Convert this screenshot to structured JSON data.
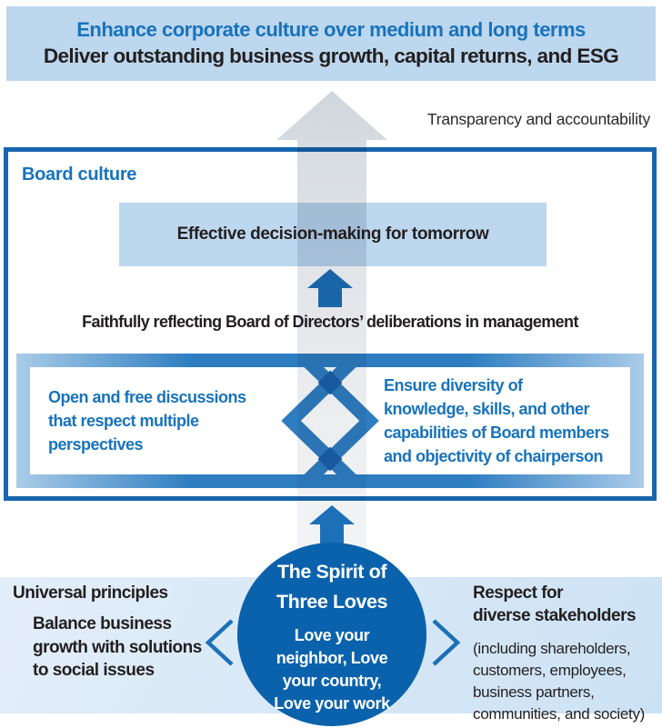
{
  "banner": {
    "line1": "Enhance corporate culture over medium and long terms",
    "line2": "Deliver outstanding business growth, capital returns, and ESG"
  },
  "transparency_label": "Transparency and accountability",
  "board": {
    "title": "Board culture",
    "effective_box": "Effective decision-making for tomorrow",
    "faithfully_text": "Faithfully reflecting Board of Directors’ deliberations in management",
    "left_box_lines": [
      "Open and free discussions",
      "that respect multiple",
      "perspectives"
    ],
    "right_box_lines": [
      "Ensure diversity of",
      "knowledge, skills, and other",
      "capabilities of Board members",
      "and objectivity of chairperson"
    ]
  },
  "bottom": {
    "circle_title_lines": [
      "The Spirit of",
      "Three Loves"
    ],
    "circle_body_lines": [
      "Love your",
      "neighbor, Love",
      "your country,",
      "Love your work"
    ],
    "left_heading": "Universal principles",
    "left_body_lines": [
      "Balance business",
      "growth with solutions",
      "to social issues"
    ],
    "right_heading_lines": [
      "Respect for",
      "diverse stakeholders"
    ],
    "right_body_lines": [
      "(including shareholders,",
      "customers, employees,",
      "business partners,",
      "communities, and society)"
    ]
  },
  "icons": {
    "big_up_arrow_icon": "gray gradient up arrow ⬆",
    "up_arrow_icon": "solid blue up arrow ⬆",
    "crossing_ribbon_icon": "blue crossing bands forming diamond ♦",
    "left_chevron_icon": "‹",
    "right_chevron_icon": "›"
  },
  "colors": {
    "banner_bg": "#BDD7EE",
    "heading_blue": "#1873BC",
    "dark_text": "#231F20",
    "board_border": "#1766AE",
    "accent_blue": "#1C70B8",
    "ribbon_blue": "#2E7DC1",
    "ribbon_overlap": "#1A5FA8",
    "circle_blue": "#0A62AC",
    "band_bg": "#CCE2F4",
    "effective_box_bg": "#BDD7EE",
    "arrow_gray": "#D5DBE1"
  }
}
